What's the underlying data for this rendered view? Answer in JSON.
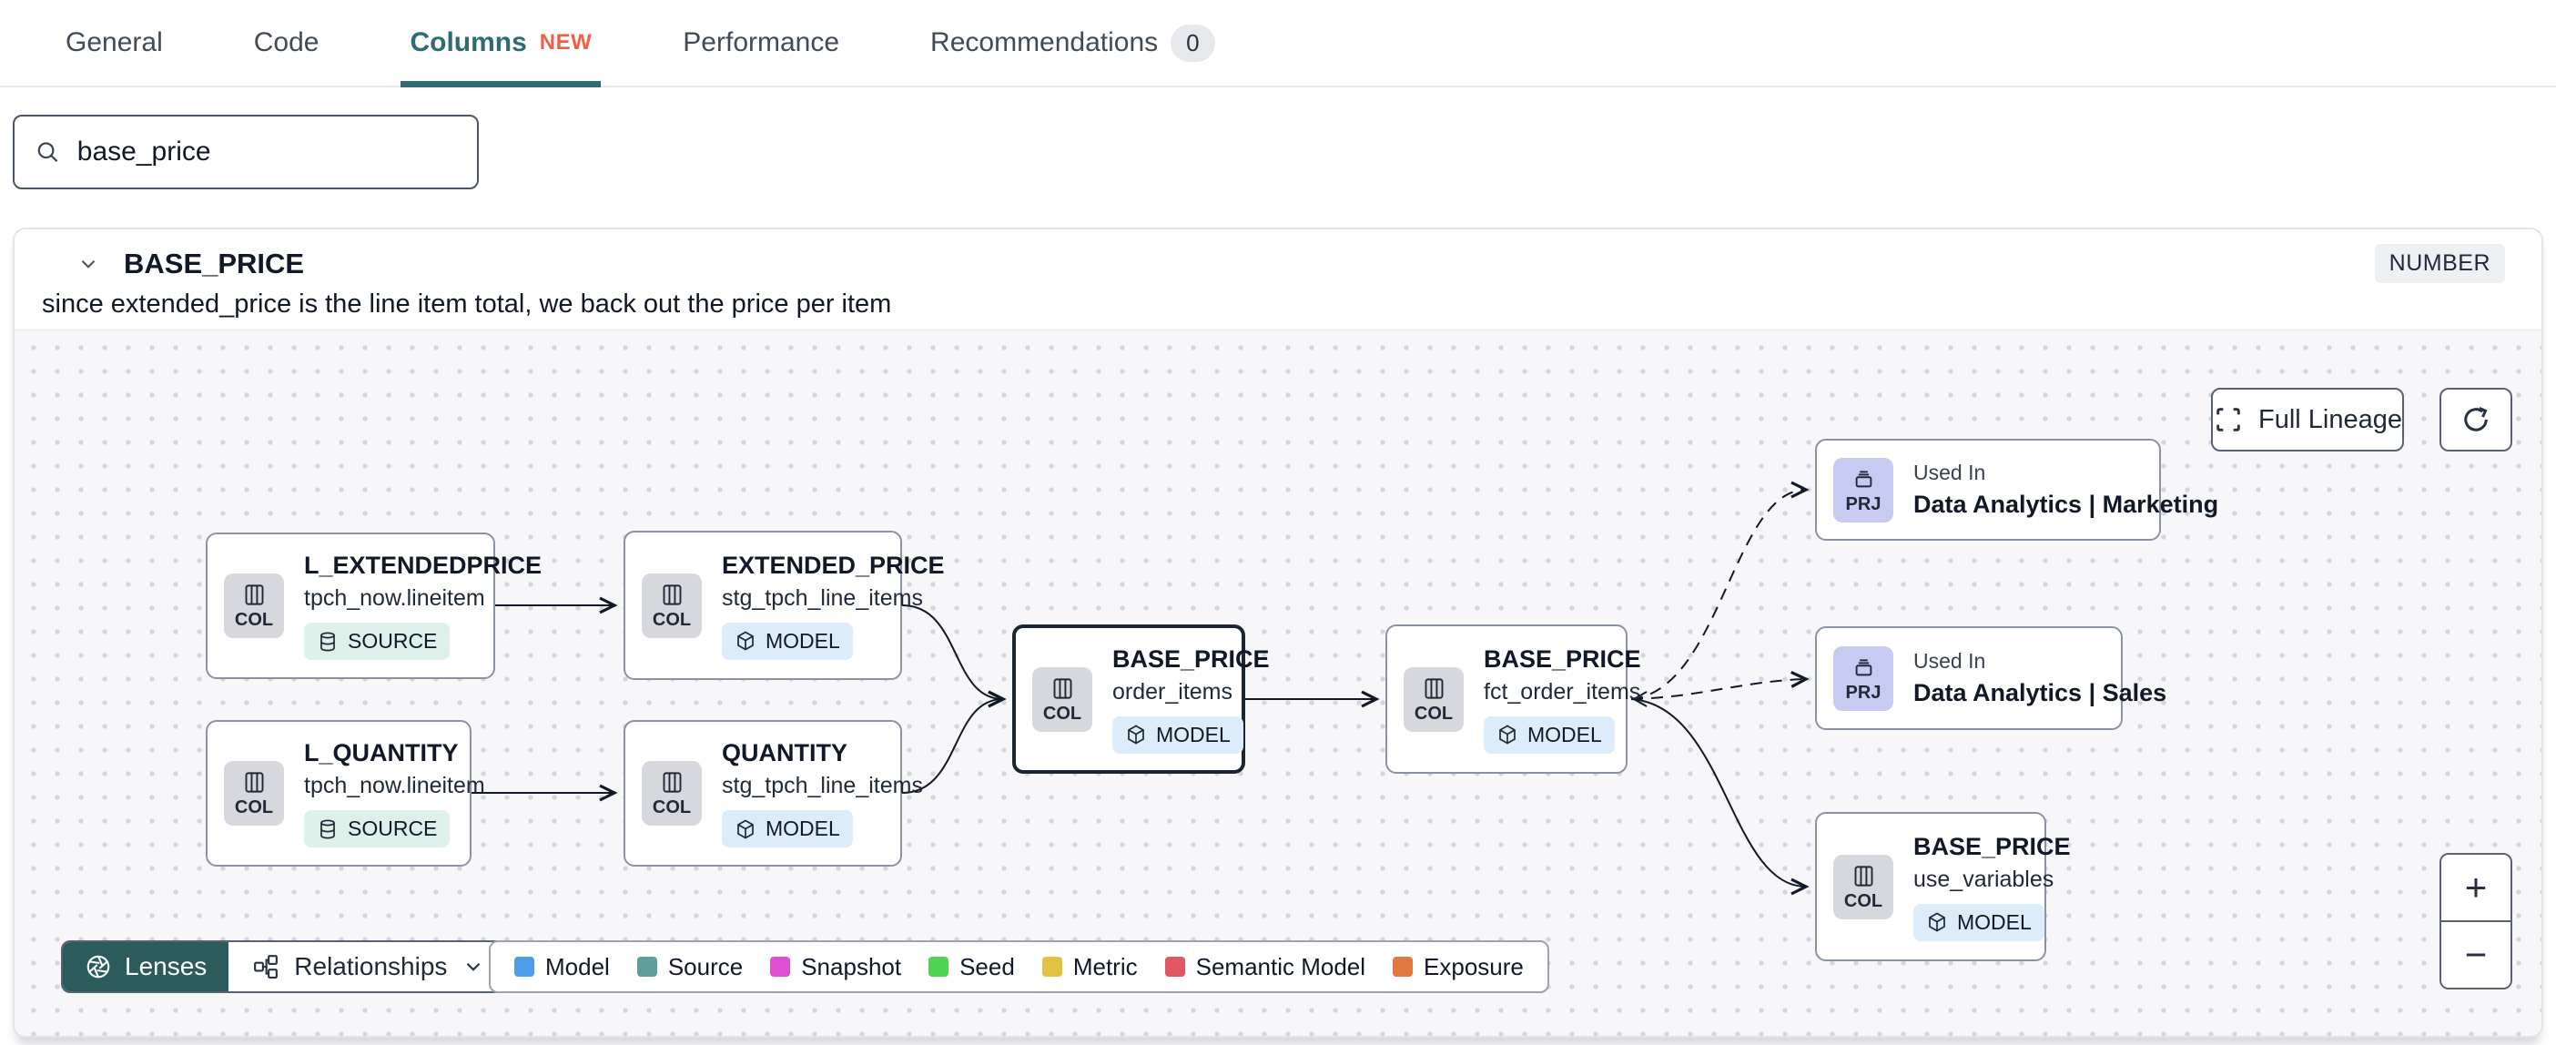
{
  "tabs": {
    "items": [
      {
        "label": "General"
      },
      {
        "label": "Code"
      },
      {
        "label": "Columns",
        "badge": "NEW"
      },
      {
        "label": "Performance"
      },
      {
        "label": "Recommendations",
        "count": "0"
      }
    ],
    "active": "Columns"
  },
  "search": {
    "value": "base_price"
  },
  "column_panel": {
    "name": "BASE_PRICE",
    "type_badge": "NUMBER",
    "description": "since extended_price is the line item total, we back out the price per item"
  },
  "lineage": {
    "toolbar": {
      "full_lineage_label": "Full Lineage"
    },
    "nodes": [
      {
        "kind": "COL",
        "title": "L_EXTENDEDPRICE",
        "subtitle": "tpch_now.lineitem",
        "badge": "SOURCE"
      },
      {
        "kind": "COL",
        "title": "EXTENDED_PRICE",
        "subtitle": "stg_tpch_line_items",
        "badge": "MODEL"
      },
      {
        "kind": "COL",
        "title": "L_QUANTITY",
        "subtitle": "tpch_now.lineitem",
        "badge": "SOURCE"
      },
      {
        "kind": "COL",
        "title": "QUANTITY",
        "subtitle": "stg_tpch_line_items",
        "badge": "MODEL"
      },
      {
        "kind": "COL",
        "title": "BASE_PRICE",
        "subtitle": "order_items",
        "badge": "MODEL",
        "selected": true
      },
      {
        "kind": "COL",
        "title": "BASE_PRICE",
        "subtitle": "fct_order_items",
        "badge": "MODEL"
      },
      {
        "kind": "PRJ",
        "label": "Used In",
        "title": "Data Analytics | Marketing"
      },
      {
        "kind": "PRJ",
        "label": "Used In",
        "title": "Data Analytics | Sales"
      },
      {
        "kind": "COL",
        "title": "BASE_PRICE",
        "subtitle": "use_variables",
        "badge": "MODEL"
      }
    ],
    "controls": {
      "lenses": "Lenses",
      "relationships": "Relationships",
      "zoom_in": "+",
      "zoom_out": "−"
    },
    "legend": {
      "items": [
        {
          "label": "Model",
          "color": "#4d9de8"
        },
        {
          "label": "Source",
          "color": "#5f9e9b"
        },
        {
          "label": "Snapshot",
          "color": "#de4ed0"
        },
        {
          "label": "Seed",
          "color": "#4fd44f"
        },
        {
          "label": "Metric",
          "color": "#e2c33f"
        },
        {
          "label": "Semantic Model",
          "color": "#e25563"
        },
        {
          "label": "Exposure",
          "color": "#e0793f"
        }
      ]
    },
    "colors": {
      "accent_teal": "#2e6b72",
      "new_badge_orange": "#ec6147",
      "lenses_bg": "#2c5b5c",
      "selected_node_border": "#1b2431",
      "model_badge_bg": "#dcecfa",
      "source_badge_bg": "#ddf0e9",
      "prj_badge_bg": "#c7cbf2",
      "col_badge_bg": "#d7d8dd"
    }
  }
}
